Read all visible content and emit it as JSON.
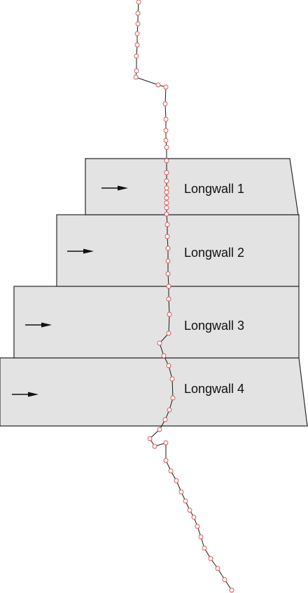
{
  "colors": {
    "panel_fill": "#e3e3e3",
    "survey_line": "#1a1a1a",
    "survey_point": "#d9534f"
  },
  "icons": {
    "advance_direction": "right-arrow-icon"
  },
  "panels": [
    {
      "label": "Longwall 1"
    },
    {
      "label": "Longwall 2"
    },
    {
      "label": "Longwall 3"
    },
    {
      "label": "Longwall 4"
    }
  ]
}
